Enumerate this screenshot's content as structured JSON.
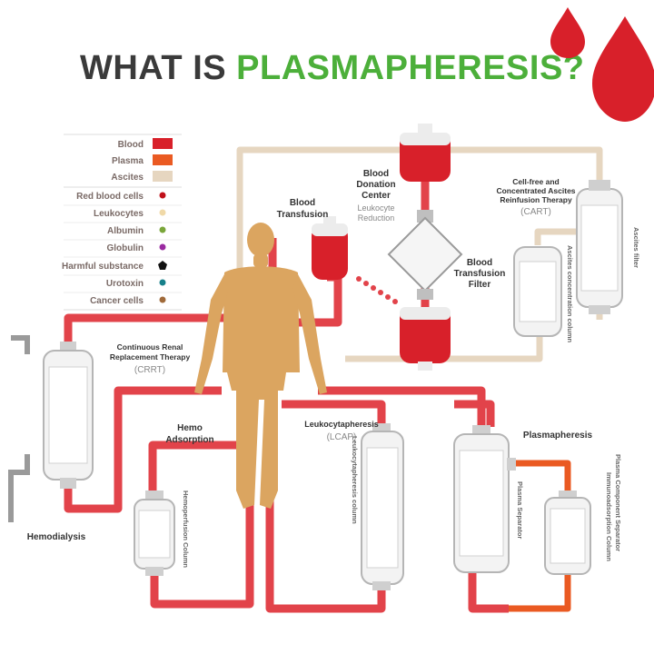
{
  "title": {
    "part1": "WHAT IS ",
    "part2": "PLASMAPHERESIS?"
  },
  "colors": {
    "blood": "#d8202a",
    "plasma": "#ea5a22",
    "ascites": "#e6d6c0",
    "red_blood_cells": "#c0101a",
    "leukocytes": "#f0d9a8",
    "albumin": "#7aa63a",
    "globulin": "#9a2aa0",
    "harmful_substance": "#111111",
    "urotoxin": "#17808a",
    "cancer_cells": "#a06a3a",
    "body": "#dba560",
    "tube_red": "#e2434a",
    "column": "#f3f3f3"
  },
  "legend": {
    "blood": "Blood",
    "plasma": "Plasma",
    "ascites": "Ascites",
    "red_blood_cells": "Red blood cells",
    "leukocytes": "Leukocytes",
    "albumin": "Albumin",
    "globulin": "Globulin",
    "harmful_substance": "Harmful substance",
    "urotoxin": "Urotoxin",
    "cancer_cells": "Cancer cells"
  },
  "labels": {
    "blood_transfusion": [
      "Blood",
      "Transfusion"
    ],
    "blood_donation_center": [
      "Blood",
      "Donation",
      "Center"
    ],
    "leukocyte_reduction": [
      "Leukocyte",
      "Reduction"
    ],
    "blood_transfusion_filter": [
      "Blood",
      "Transfusion",
      "Filter"
    ],
    "cart": [
      "Cell-free and",
      "Concentrated Ascites",
      "Reinfusion Therapy",
      "(CART)"
    ],
    "ascites_filter": "Ascites filter",
    "ascites_concentration_column": "Ascites concentration column",
    "crrt": [
      "Continuous Renal",
      "Replacement Therapy",
      "(CRRT)"
    ],
    "hemo_adsorption": [
      "Hemo",
      "Adsorption"
    ],
    "hemoperfusion_column": "Hemoperfusion Column",
    "hemodialysis": "Hemodialysis",
    "lcap": [
      "Leukocytapheresis",
      "(LCAP)"
    ],
    "leukocytapheresis_column": "Leukocytapheresis column",
    "plasmapheresis": "Plasmapheresis",
    "plasma_separator": "Plasma Separator",
    "plasma_component_separator": "Plasma Component Separator",
    "immunoadsorption_column": "Immunoadsorption Column"
  }
}
